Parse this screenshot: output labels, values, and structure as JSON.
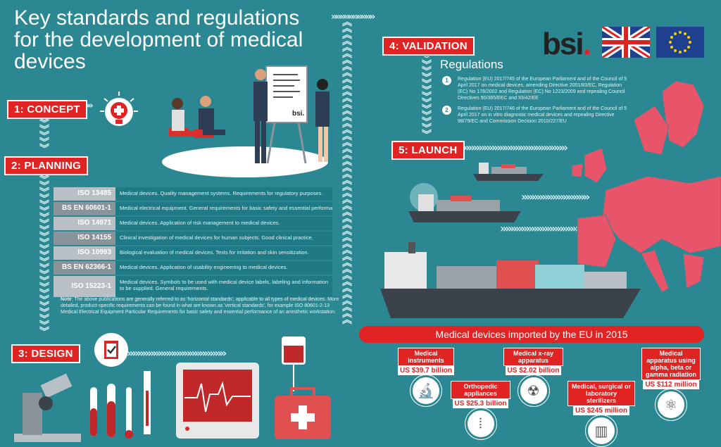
{
  "title": "Key standards and regulations for the development of medical devices",
  "logo_text": "bsi",
  "steps": {
    "concept": "1: CONCEPT",
    "planning": "2: PLANNING",
    "design": "3: DESIGN",
    "validation": "4: VALIDATION",
    "launch": "5: LAUNCH"
  },
  "standards": [
    {
      "code": "ISO 13485",
      "desc": "Medical devices. Quality management systems. Requirements for regulatory purposes."
    },
    {
      "code": "BS EN 60601-1",
      "desc": "Medical electrical equipment. General requirements for basic safety and essential performance."
    },
    {
      "code": "ISO 14971",
      "desc": "Medical devices. Application of risk management to medical devices."
    },
    {
      "code": "ISO 14155",
      "desc": "Clinical investigation of medical devices for human subjects. Good clinical practice."
    },
    {
      "code": "ISO 10993",
      "desc": "Biological evaluation of medical devices. Tests for irritation and skin sensitization."
    },
    {
      "code": "BS EN 62366-1",
      "desc": "Medical devices. Application of usability engineering to medical devices."
    },
    {
      "code": "ISO 15223-1",
      "desc": "Medical devices. Symbols to be used with medical device labels, labeling and information to be supplied. General requirements."
    }
  ],
  "note": {
    "label": "Note",
    "text": ": The above publications are generally referred to as 'horizontal standards', applicable to all types of medical devices. More detailed, product-specific requirements can be found in what are known as 'vertical standards', for example ISO 80601-2-13 Medical Electrical Equipment Particular Requirements for basic safety and essential performance of an anesthetic workstation."
  },
  "regulations": {
    "title": "Regulations",
    "items": [
      {
        "num": "1",
        "text": "Regulation (EU) 2017/745 of the European Parliament and of the Council of 5 April 2017 on medical devices, amending Directive 2001/83/EC, Regulation (EC) No 178/2002 and Regulation (EC) No 1223/2009 and repealing Council Directives 90/385/EEC and 93/42/EE"
      },
      {
        "num": "2",
        "text": "Regulation (EU) 2017/746 of the European Parliament and of the Council of 5 April 2017 on in vitro diagnostic medical devices and repealing Directive 98/79/EC and Commission Decision 2010/227/EU"
      }
    ]
  },
  "imports": {
    "title": "Medical devices imported by the EU in 2015",
    "items": [
      {
        "label": "Medical instruments",
        "value": "US $39.7 billion",
        "icon": "microscope-icon"
      },
      {
        "label": "Orthopedic appliances",
        "value": "US $25.3 billion",
        "icon": "spine-icon"
      },
      {
        "label": "Medical x-ray apparatus",
        "value": "US $2.02 billion",
        "icon": "xray-icon"
      },
      {
        "label": "Medical, surgical or laboratory sterilizers",
        "value": "US $245 million",
        "icon": "sterilizer-icon"
      },
      {
        "label": "Medical apparatus using alpha, beta or gamma radiation",
        "value": "US $112 million",
        "icon": "atom-icon"
      }
    ]
  },
  "colors": {
    "background": "#2b8791",
    "accent": "#e02323",
    "map_land": "#e8556a"
  }
}
